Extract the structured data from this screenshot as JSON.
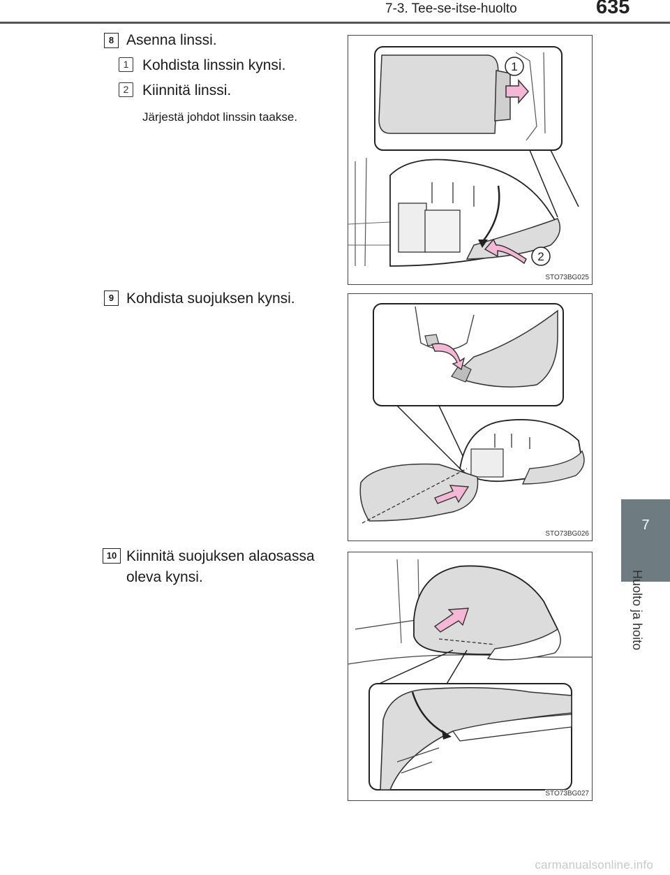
{
  "header": {
    "section": "7-3. Tee-se-itse-huolto",
    "page_number": "635"
  },
  "side_tab": {
    "chapter_number": "7",
    "chapter_title": "Huolto ja hoito"
  },
  "steps": [
    {
      "badge": "8",
      "text": "Asenna linssi.",
      "substeps": [
        {
          "badge": "1",
          "text": "Kohdista linssin kynsi."
        },
        {
          "badge": "2",
          "text": "Kiinnitä linssi."
        }
      ],
      "note": "Järjestä johdot linssin taakse.",
      "figure_code": "STO73BG025",
      "callouts": [
        "1",
        "2"
      ]
    },
    {
      "badge": "9",
      "text": "Kohdista suojuksen kynsi.",
      "figure_code": "STO73BG026"
    },
    {
      "badge": "10",
      "text_line1": "Kiinnitä  suojuksen  alaosassa",
      "text_line2": "oleva kynsi.",
      "figure_code": "STO73BG027"
    }
  ],
  "colors": {
    "arrow": "#f4b8d6",
    "arrow_stroke": "#333333",
    "shade": "#dcdcdc",
    "tab": "#6e7b80"
  },
  "footer": {
    "watermark": "carmanualsonline.info"
  }
}
